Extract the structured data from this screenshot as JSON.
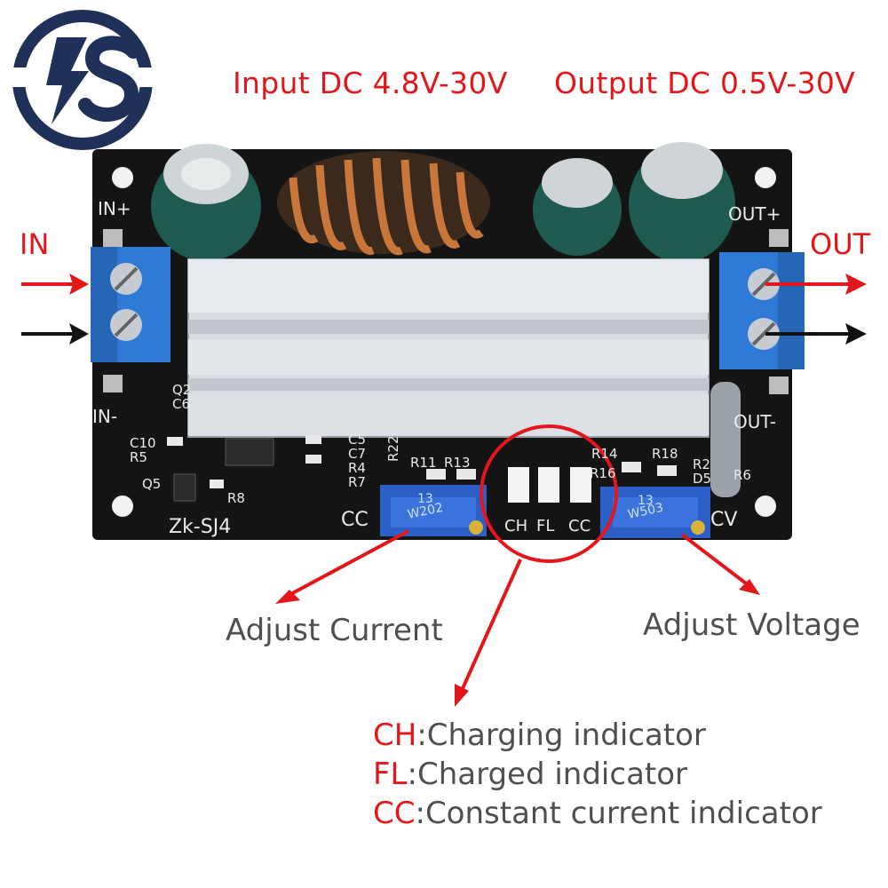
{
  "colors": {
    "accent_red": "#e3161b",
    "logo_navy": "#1f3158",
    "callout_gray": "#4f4f4f",
    "pcb_black": "#141414",
    "terminal_blue": "#2f7ad6",
    "heatsink_silver": "#d9dde2",
    "capacitor_green": "#1e5a4f",
    "copper_coil": "#c8763a"
  },
  "logo": {
    "letters": "S",
    "icon": "lightning-s-logo-icon"
  },
  "specs": {
    "input": "Input DC 4.8V-30V",
    "output": "Output DC 0.5V-30V"
  },
  "sides": {
    "in": "IN",
    "out": "OUT"
  },
  "board_labels": {
    "in_plus": "IN+",
    "in_minus": "IN-",
    "out_plus": "OUT+",
    "out_minus": "OUT-",
    "model": "Zk-SJ4",
    "cc": "CC",
    "cv": "CV",
    "led_ch": "CH",
    "led_fl": "FL",
    "led_cc": "CC",
    "pot_left": "W202",
    "pot_right": "W503",
    "pot_num": "13",
    "components": [
      "Q2",
      "C6",
      "C10",
      "R5",
      "Q5",
      "R8",
      "C5",
      "C7",
      "R4",
      "R7",
      "R22",
      "R11",
      "R13",
      "R14",
      "R16",
      "R18",
      "R2",
      "D5",
      "R6"
    ]
  },
  "callouts": {
    "current": "Adjust Current",
    "voltage": "Adjust Voltage"
  },
  "legend": [
    {
      "code": "CH",
      "text": ":Charging indicator"
    },
    {
      "code": "FL",
      "text": ":Charged indicator"
    },
    {
      "code": "CC",
      "text": ":Constant current indicator"
    }
  ]
}
